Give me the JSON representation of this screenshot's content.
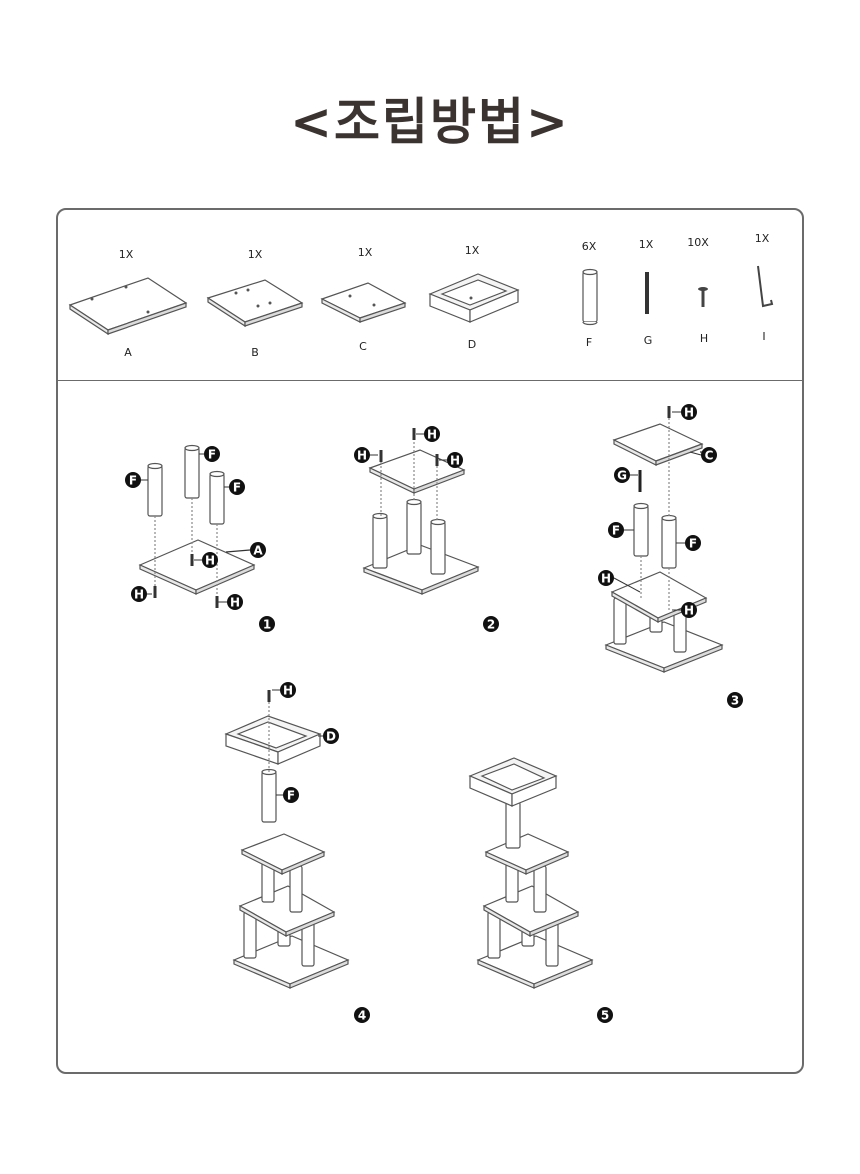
{
  "title": "<조립방법>",
  "parts": [
    {
      "letter": "A",
      "qty": "1X",
      "icon": "large-platform-icon"
    },
    {
      "letter": "B",
      "qty": "1X",
      "icon": "medium-platform-icon"
    },
    {
      "letter": "C",
      "qty": "1X",
      "icon": "small-platform-icon"
    },
    {
      "letter": "D",
      "qty": "1X",
      "icon": "basket-tray-icon"
    },
    {
      "letter": "F",
      "qty": "6X",
      "icon": "post-icon"
    },
    {
      "letter": "G",
      "qty": "1X",
      "icon": "threaded-rod-icon"
    },
    {
      "letter": "H",
      "qty": "10X",
      "icon": "screw-icon"
    },
    {
      "letter": "I",
      "qty": "1X",
      "icon": "allen-key-icon"
    }
  ],
  "steps": [
    "1",
    "2",
    "3",
    "4",
    "5"
  ],
  "tags": {
    "A": "A",
    "C": "C",
    "D": "D",
    "F": "F",
    "G": "G",
    "H": "H"
  },
  "colors": {
    "line": "#555555",
    "panel": "#ffffff",
    "tag": "#111111",
    "border": "#6b6b6b"
  }
}
